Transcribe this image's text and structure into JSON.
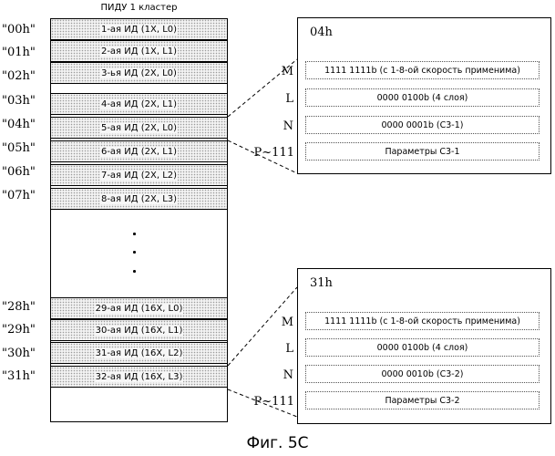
{
  "cluster_title": "ПИДУ 1 кластер",
  "rows": [
    {
      "address": "\"00h\"",
      "label": "1-ая ИД (1X, L0)"
    },
    {
      "address": "\"01h\"",
      "label": "2-ая ИД (1X, L1)"
    },
    {
      "address": "\"02h\"",
      "label": "3-ья ИД (2X, L0)"
    },
    {
      "address": "\"03h\"",
      "label": "4-ая ИД (2X, L1)"
    },
    {
      "address": "\"04h\"",
      "label": "5-ая ИД (2X, L0)"
    },
    {
      "address": "\"05h\"",
      "label": "6-ая ИД (2X, L1)"
    },
    {
      "address": "\"06h\"",
      "label": "7-ая ИД (2X, L2)"
    },
    {
      "address": "\"07h\"",
      "label": "8-ая ИД (2X, L3)"
    },
    {
      "address": "\"28h\"",
      "label": "29-ая ИД (16X, L0)"
    },
    {
      "address": "\"29h\"",
      "label": "30-ая ИД (16X, L1)"
    },
    {
      "address": "\"30h\"",
      "label": "31-ая ИД (16X, L2)"
    },
    {
      "address": "\"31h\"",
      "label": "32-ая ИД (16X, L3)"
    }
  ],
  "detail_top": {
    "title": "04h",
    "fields": [
      {
        "key": "M",
        "value": "1111 1111b (с 1-8-ой скорость применима)"
      },
      {
        "key": "L",
        "value": "0000 0100b (4 слоя)"
      },
      {
        "key": "N",
        "value": "0000 0001b (C3-1)"
      },
      {
        "key": "P~111",
        "value": "Параметры C3-1"
      }
    ]
  },
  "detail_bottom": {
    "title": "31h",
    "fields": [
      {
        "key": "M",
        "value": "1111 1111b (с 1-8-ой скорость применима)"
      },
      {
        "key": "L",
        "value": "0000 0100b (4 слоя)"
      },
      {
        "key": "N",
        "value": "0000 0010b (C3-2)"
      },
      {
        "key": "P~111",
        "value": "Параметры C3-2"
      }
    ]
  },
  "caption": "Фиг. 5C"
}
